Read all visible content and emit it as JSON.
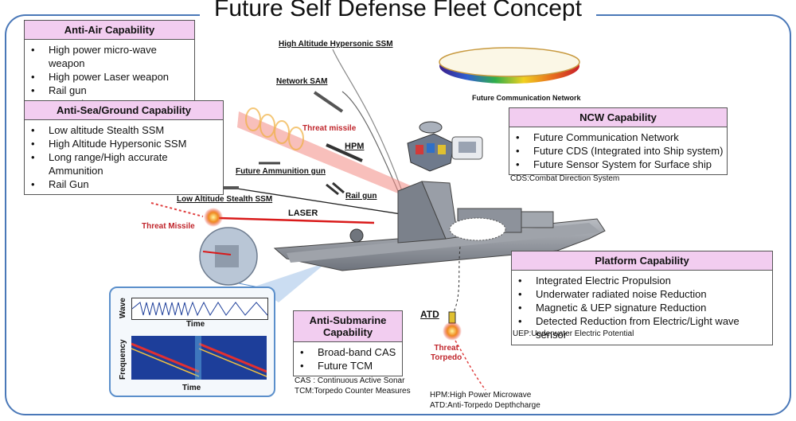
{
  "title": "Future Self Defense Fleet Concept",
  "anti_air": {
    "header": "Anti-Air Capability",
    "items": [
      "High power micro-wave weapon",
      "High power Laser weapon",
      "Rail gun",
      "Network SAM"
    ]
  },
  "anti_sea": {
    "header": "Anti-Sea/Ground Capability",
    "items": [
      "Low altitude Stealth SSM",
      "High Altitude Hypersonic SSM",
      "Long range/High accurate Ammunition",
      "Rail Gun"
    ]
  },
  "ncw": {
    "header": "NCW Capability",
    "items": [
      "Future Communication Network",
      "Future CDS (Integrated into Ship system)",
      "Future Sensor System for Surface ship"
    ],
    "note": "CDS:Combat Direction System"
  },
  "platform": {
    "header": "Platform Capability",
    "items": [
      "Integrated Electric Propulsion",
      "Underwater radiated noise Reduction",
      "Magnetic & UEP signature Reduction",
      "Detected Reduction from Electric/Light wave sensor"
    ],
    "note": "UEP:Underwater Electric Potential"
  },
  "anti_sub": {
    "header": "Anti-Submarine Capability",
    "items": [
      "Broad-band CAS",
      "Future TCM"
    ],
    "note_1": "CAS : Continuous Active Sonar",
    "note_2": "TCM:Torpedo Counter Measures"
  },
  "bottom_notes": {
    "hpm": "HPM:High Power Microwave",
    "atd": "ATD:Anti-Torpedo Depthcharge"
  },
  "diagram_labels": {
    "high_alt_ssm": "High Altitude Hypersonic SSM",
    "network_sam": "Network SAM",
    "comm_network": "Future Communication Network",
    "threat_missile_top": "Threat missile",
    "hpm": "HPM",
    "future_ammo_gun": "Future Ammunition gun",
    "rail_gun": "Rail gun",
    "low_alt_ssm": "Low Altitude Stealth SSM",
    "laser": "LASER",
    "threat_missile_left": "Threat Missile",
    "atd": "ATD",
    "threat_torpedo_1": "Threat",
    "threat_torpedo_2": "Torpedo"
  },
  "inset": {
    "wave_label": "Wave",
    "time_label_1": "Time",
    "freq_label": "Frequency",
    "time_label_2": "Time"
  },
  "colors": {
    "frame": "#4a78b8",
    "header_bg": "#f2cdf0",
    "threat_red": "#c0262c"
  }
}
